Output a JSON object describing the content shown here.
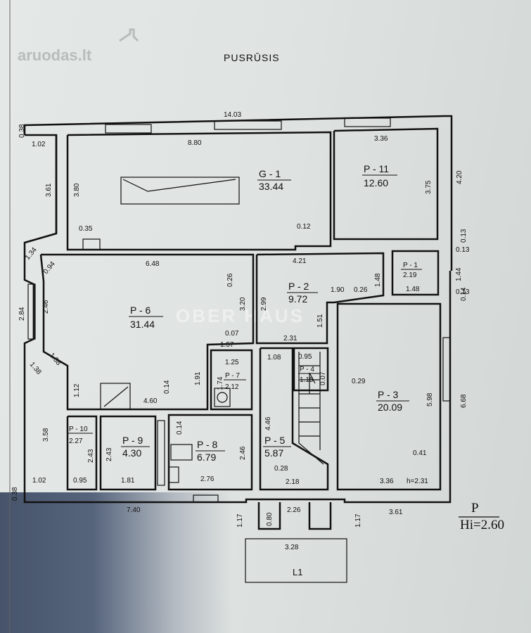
{
  "watermark": {
    "brand": "aruodas",
    "domain": ".lt",
    "agency": "OBER HAUS"
  },
  "plan": {
    "title": "PUSRŪSIS",
    "floor_label": "P",
    "height_label": "Hi=2.60"
  },
  "rooms": [
    {
      "id": "G - 1",
      "area": "33.44"
    },
    {
      "id": "P - 11",
      "area": "12.60"
    },
    {
      "id": "P - 1",
      "area": "2.19"
    },
    {
      "id": "P - 2",
      "area": "9.72"
    },
    {
      "id": "P - 6",
      "area": "31.44"
    },
    {
      "id": "P - 3",
      "area": "20.09"
    },
    {
      "id": "P - 7",
      "area": "2.12"
    },
    {
      "id": "P - 4",
      "area": "1.15"
    },
    {
      "id": "P - 10",
      "area": "2.27"
    },
    {
      "id": "P - 9",
      "area": "4.30"
    },
    {
      "id": "P - 8",
      "area": "6.79"
    },
    {
      "id": "P - 5",
      "area": "5.87"
    },
    {
      "id": "L1",
      "area": ""
    }
  ],
  "dimensions": [
    "14.03",
    "0.38",
    "1.02",
    "8.80",
    "3.36",
    "3.61",
    "3.80",
    "3.75",
    "4.20",
    "0.35",
    "0.12",
    "0.13",
    "0.13",
    "1.34",
    "0.94",
    "6.48",
    "0.26",
    "4.21",
    "1.48",
    "1.44",
    "2.84",
    "2.46",
    "3.20",
    "2.99",
    "1.90",
    "0.26",
    "1.48",
    "0.14",
    "0.13",
    "0.07",
    "2.31",
    "1.51",
    "1.57",
    "1.38",
    "1.25",
    "0.95",
    "1.74",
    "0.07",
    "1.08",
    "1.38",
    "1.12",
    "0.14",
    "4.60",
    "1.91",
    "0.29",
    "5.98",
    "6.68",
    "3.58",
    "2.43",
    "2.43",
    "0.14",
    "2.46",
    "4.46",
    "0.41",
    "1.02",
    "0.95",
    "1.81",
    "2.76",
    "0.28",
    "2.18",
    "3.36",
    "h=2.31",
    "0.38",
    "7.40",
    "1.17",
    "0.80",
    "2.26",
    "1.17",
    "3.61",
    "3.28"
  ]
}
